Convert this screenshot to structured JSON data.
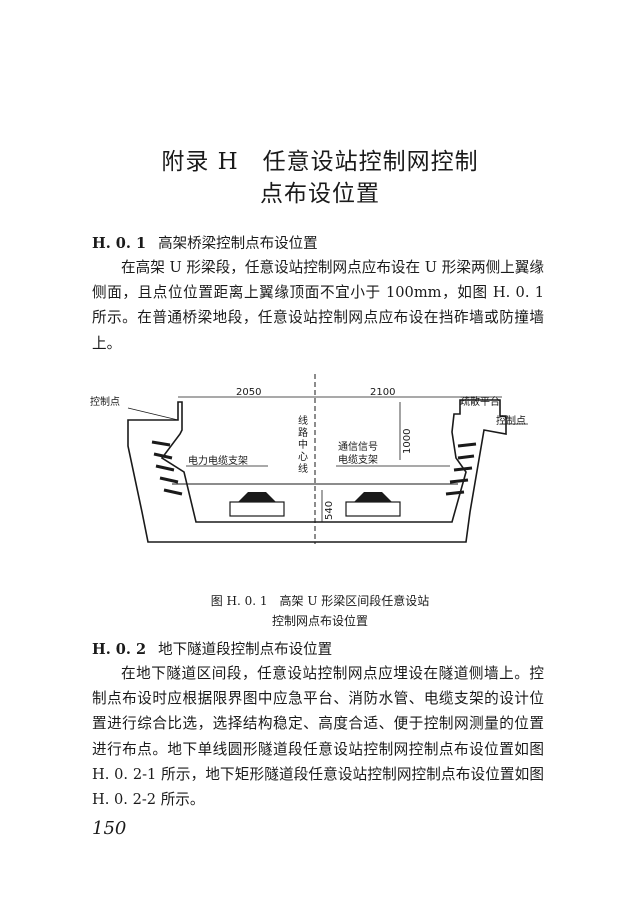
{
  "heading": {
    "line1": "附录 H　任意设站控制网控制",
    "line2": "点布设位置"
  },
  "section1": {
    "number": "H. 0. 1",
    "title": "高架桥梁控制点布设位置",
    "body": "在高架 U 形梁段，任意设站控制网点应布设在 U 形梁两侧上翼缘侧面，且点位位置距离上翼缘顶面不宜小于 100mm，如图 H. 0. 1 所示。在普通桥梁地段，任意设站控制网点应布设在挡砟墙或防撞墙上。"
  },
  "figure1": {
    "labels": {
      "control_point_left": "控制点",
      "control_point_right": "控制点",
      "evac_platform": "疏散平台",
      "centerline_chars": [
        "线",
        "路",
        "中",
        "心",
        "线"
      ],
      "power_cable": "电力电缆支架",
      "signal_cable_1": "通信信号",
      "signal_cable_2": "电缆支架"
    },
    "dimensions": {
      "left_width": "2050",
      "right_width": "2100",
      "height_top": "1000",
      "height_bottom": "540"
    },
    "caption_line1": "图 H. 0. 1　高架 U 形梁区间段任意设站",
    "caption_line2": "控制网点布设位置"
  },
  "section2": {
    "number": "H. 0. 2",
    "title": "地下隧道段控制点布设位置",
    "body": "在地下隧道区间段，任意设站控制网点应埋设在隧道侧墙上。控制点布设时应根据限界图中应急平台、消防水管、电缆支架的设计位置进行综合比选，选择结构稳定、高度合适、便于控制网测量的位置进行布点。地下单线圆形隧道段任意设站控制网控制点布设位置如图 H. 0. 2-1 所示，地下矩形隧道段任意设站控制网控制点布设位置如图 H. 0. 2-2 所示。"
  },
  "page_number": "150"
}
